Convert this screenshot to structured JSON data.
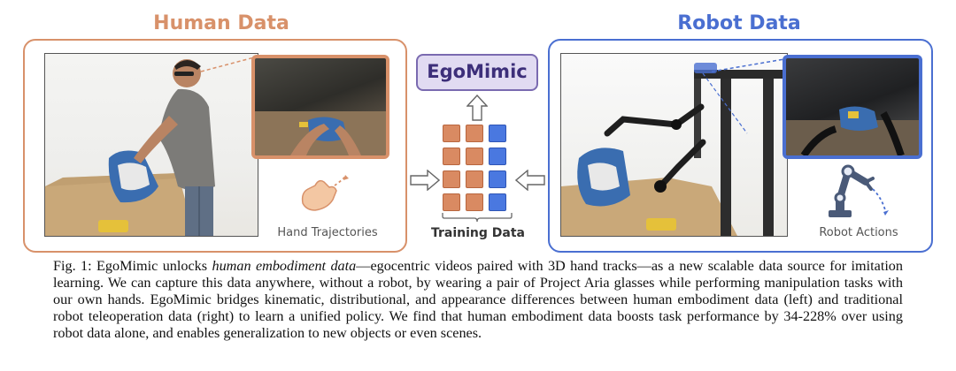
{
  "figure": {
    "human_title": "Human Data",
    "robot_title": "Robot Data",
    "center_title": "EgoMimic",
    "training_label": "Training Data",
    "hand_label": "Hand Trajectories",
    "robot_label": "Robot Actions",
    "colors": {
      "human_accent": "#d8916a",
      "robot_accent": "#4a6fd1",
      "egomimic_fill": "#e1dbf2",
      "egomimic_text": "#3d2f7a",
      "grid_orange": "#d98a62",
      "grid_blue": "#4a78e0"
    },
    "grid": {
      "rows": 4,
      "columns": [
        "human",
        "human",
        "robot"
      ]
    },
    "icons": {
      "hand": "hand-icon",
      "robot_arm": "robot-arm-icon",
      "arrow_up": "arrow-up-icon",
      "arrow_right": "arrow-right-icon",
      "arrow_left": "arrow-left-icon"
    }
  },
  "caption": {
    "label": "Fig. 1:",
    "text_before": " EgoMimic unlocks ",
    "emphasis": "human embodiment data",
    "text_after": "—egocentric videos paired with 3D hand tracks—as a new scalable data source for imitation learning. We can capture this data anywhere, without a robot, by wearing a pair of Project Aria glasses while performing manipulation tasks with our own hands. EgoMimic bridges kinematic, distributional, and appearance differences between human embodiment data (left) and traditional robot teleoperation data (right) to learn a unified policy. We find that human embodiment data boosts task performance by 34-228% over using robot data alone, and enables generalization to new objects or even scenes."
  }
}
